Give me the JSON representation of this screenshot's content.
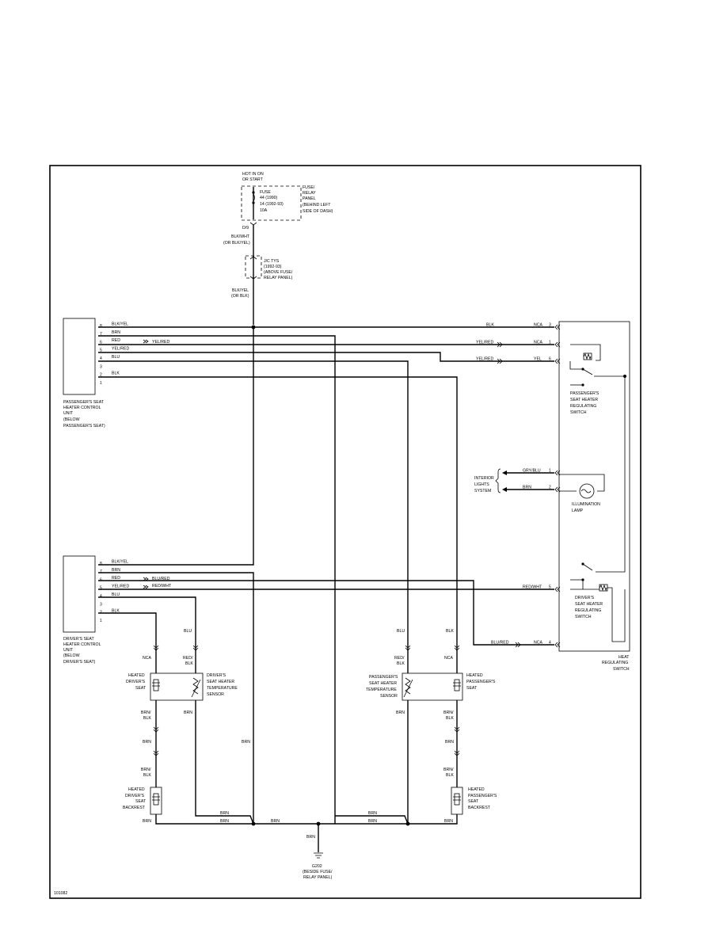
{
  "power": {
    "hot_line1": "HOT IN ON",
    "hot_line2": "OR START",
    "fuse_lines": [
      "FUSE",
      "44  (1990)",
      "14  (1992-93)",
      "10A"
    ],
    "panel_lines": [
      "FUSE/",
      "RELAY",
      "PANEL",
      "(BEHIND LEFT",
      "SIDE OF DASH)"
    ],
    "conn": "D/9",
    "wire1_lines": [
      "BLK/WHT",
      "(OR BLK/YEL)"
    ],
    "jc_lines": [
      "J/C TYS",
      "(1992-93)",
      "(ABOVE FUSE/",
      "RELAY PANEL)"
    ],
    "wire2_lines": [
      "BLK/YEL",
      "(OR BLK)"
    ]
  },
  "passenger_unit": {
    "pins": [
      "8",
      "7",
      "6",
      "5",
      "4",
      "3",
      "2",
      "1"
    ],
    "wires": [
      "BLK/YEL",
      "BRN",
      "RED",
      "YEL/RED",
      "BLU",
      "",
      "BLK",
      ""
    ],
    "mid_label": "YEL/RED",
    "label_lines": [
      "PASSENGER'S SEAT",
      "HEATER CONTROL",
      "UNIT",
      "(BELOW",
      "PASSENGER'S SEAT)"
    ]
  },
  "driver_unit": {
    "pins": [
      "8",
      "7",
      "6",
      "5",
      "4",
      "3",
      "2",
      "1"
    ],
    "wires": [
      "BLK/YEL",
      "BRN",
      "RED",
      "YEL/RED",
      "BLU",
      "",
      "BLK",
      ""
    ],
    "mid_labels": [
      "BLU/RED",
      "RED/WHT"
    ],
    "label_lines": [
      "DRIVER'S SEAT",
      "HEATER CONTROL",
      "UNIT",
      "(BELOW",
      "DRIVER'S SEAT)"
    ]
  },
  "switch": {
    "rows": [
      {
        "wire": "BLK",
        "conn": "NCA",
        "pin": "3"
      },
      {
        "wire": "YEL/RED",
        "conn": "NCA",
        "pin": "1"
      },
      {
        "wire": "YEL/RED",
        "conn": "YEL",
        "pin": "6"
      },
      {
        "wire": "GRY/BLU",
        "conn": "",
        "pin": "1"
      },
      {
        "wire": "BRN",
        "conn": "",
        "pin": "2"
      },
      {
        "wire": "RED/WHT",
        "conn": "",
        "pin": "5"
      },
      {
        "wire": "BLU/RED",
        "conn": "NCA",
        "pin": "4"
      }
    ],
    "pass_switch_lines": [
      "PASSENGER'S",
      "SEAT HEATER",
      "REGULATING",
      "SWITCH"
    ],
    "lamp_lines": [
      "ILLUMINATION",
      "LAMP"
    ],
    "drv_switch_lines": [
      "DRIVER'S",
      "SEAT HEATER",
      "REGULATING",
      "SWITCH"
    ],
    "interior_lines": [
      "INTERIOR",
      "LIGHTS",
      "SYSTEM"
    ],
    "main_lines": [
      "HEAT",
      "REGULATING",
      "SWITCH"
    ]
  },
  "driver_seat": {
    "nca": "NCA",
    "blu": "BLU",
    "redblk": [
      "RED/",
      "BLK"
    ],
    "seat_lines": [
      "HEATED",
      "DRIVER'S",
      "SEAT"
    ],
    "sensor_lines": [
      "DRIVER'S",
      "SEAT HEATER",
      "TEMPERATURE",
      "SENSOR"
    ],
    "brnblk1": [
      "BRN/",
      "BLK"
    ],
    "brn_sensor": "BRN",
    "brn_a": "BRN",
    "brnblk2": [
      "BRN/",
      "BLK"
    ],
    "backrest_lines": [
      "HEATED",
      "DRIVER'S",
      "SEAT",
      "BACKREST"
    ],
    "brn_bottom": "BRN",
    "brn_b": "BRN",
    "brn_c": "BRN"
  },
  "passenger_seat": {
    "blu": "BLU",
    "blk": "BLK",
    "redblk": [
      "RED/",
      "BLK"
    ],
    "nca": "NCA",
    "sensor_lines": [
      "PASSENGER'S",
      "SEAT HEATER",
      "TEMPERATURE",
      "SENSOR"
    ],
    "seat_lines": [
      "HEATED",
      "PASSENGER'S",
      "SEAT"
    ],
    "brn_sensor": "BRN",
    "brnblk1": [
      "BRN/",
      "BLK"
    ],
    "brn_a": "BRN",
    "brnblk2": [
      "BRN/",
      "BLK"
    ],
    "backrest_lines": [
      "HEATED",
      "PASSENGER'S",
      "SEAT",
      "BACKREST"
    ],
    "brn_bottom": "BRN",
    "brn_b": "BRN",
    "brn_c": "BRN"
  },
  "ground": {
    "brn_mid": "BRN",
    "brn_vert": "BRN",
    "brn_long": "BRN",
    "lines": [
      "G202",
      "(BESIDE FUSE/",
      "RELAY PANEL)"
    ]
  },
  "figure_id": "101082"
}
